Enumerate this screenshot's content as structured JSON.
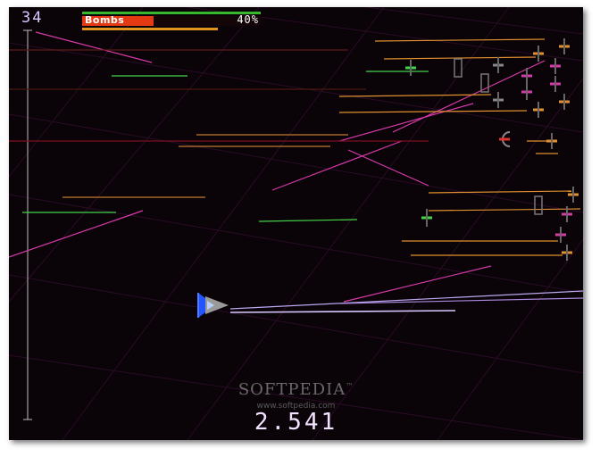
{
  "hud": {
    "level": "34",
    "bombs_label": "Bombs",
    "bombs_percent_text": "40%",
    "bombs_fill": 0.4,
    "score": "2.541"
  },
  "watermark": {
    "brand": "SOFTPEDIA",
    "trademark": "™",
    "url": "www.softpedia.com"
  },
  "colors": {
    "background": "#0a0307",
    "grid": "#2a0c28",
    "player_blue": "#2255ff",
    "laser_pink": "#d63aa8",
    "laser_orange": "#e09030",
    "laser_green": "#44d44a",
    "laser_white": "#d8c8ff",
    "bar_green": "#36b82c",
    "bar_red": "#e43a14",
    "bar_orange": "#e0941e"
  },
  "icons": {
    "player": "player-ship-icon",
    "enemy": "enemy-ship-icon"
  }
}
